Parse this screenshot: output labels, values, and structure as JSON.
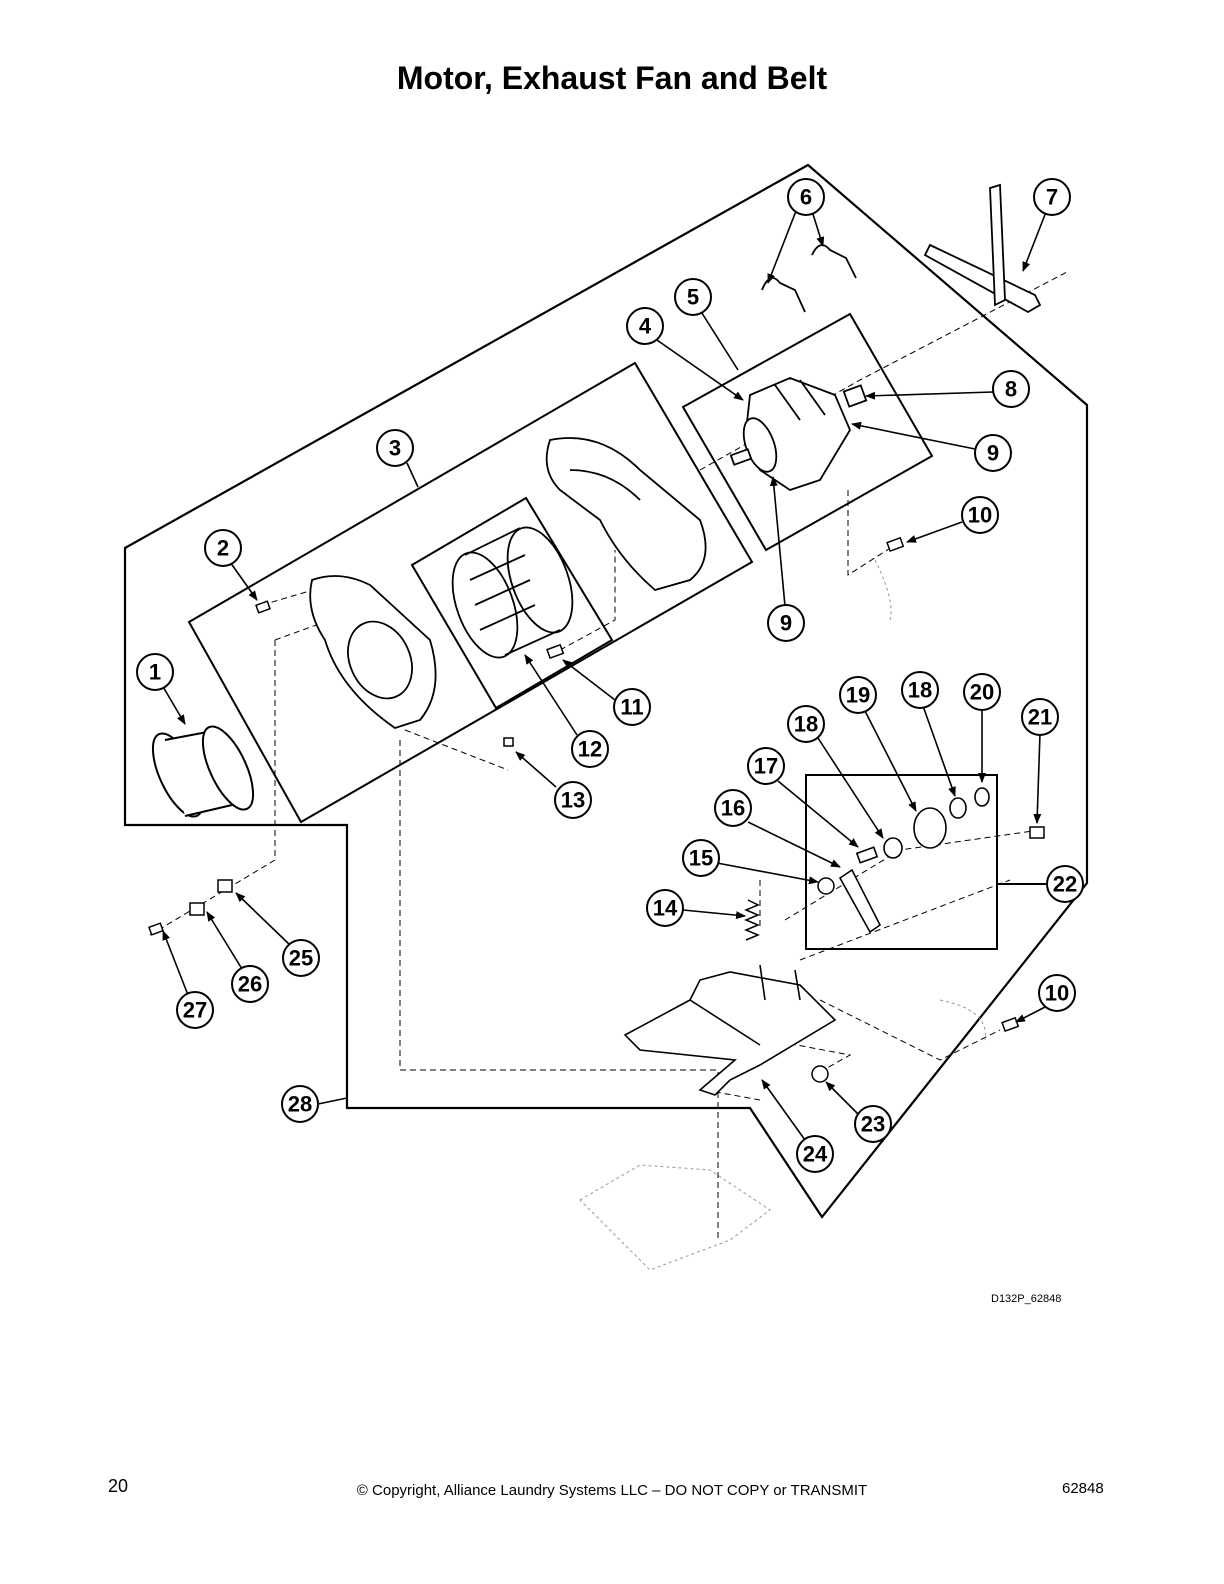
{
  "page": {
    "title": "Motor, Exhaust Fan and Belt",
    "figure_code": "D132P_62848",
    "page_number": "20",
    "copyright": "© Copyright, Alliance Laundry Systems LLC – DO NOT COPY or TRANSMIT",
    "document_number": "62848"
  },
  "callouts": [
    "1",
    "2",
    "3",
    "4",
    "5",
    "6",
    "7",
    "8",
    "9",
    "9",
    "10",
    "10",
    "11",
    "12",
    "13",
    "14",
    "15",
    "16",
    "17",
    "18",
    "18",
    "19",
    "20",
    "21",
    "22",
    "23",
    "24",
    "25",
    "26",
    "27",
    "28"
  ]
}
